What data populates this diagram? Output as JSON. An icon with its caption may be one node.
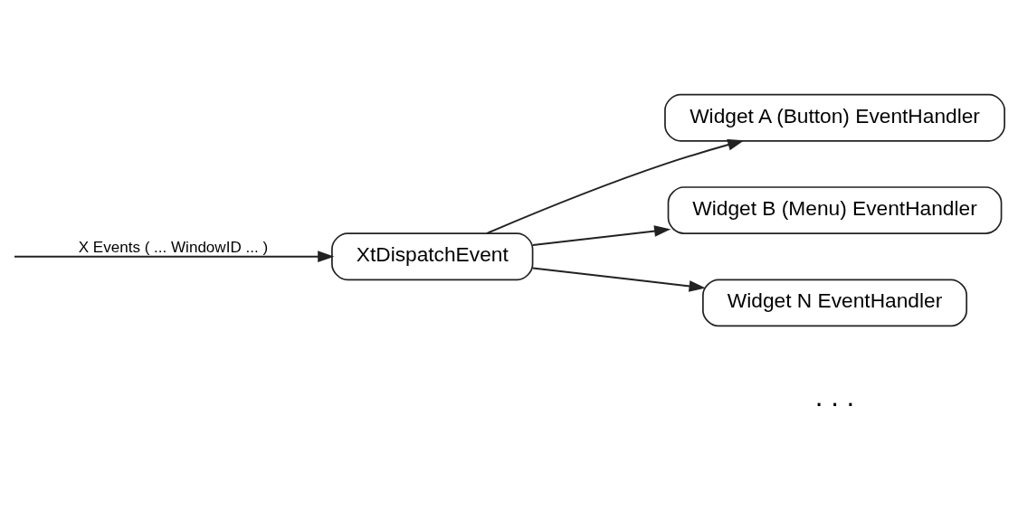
{
  "diagram": {
    "nodes": [
      {
        "text": [
          "XtDispatchEvent"
        ]
      },
      {
        "text": [
          "Widget A (Button) EventHandler"
        ]
      },
      {
        "text": [
          "Widget B (Menu) EventHandler"
        ]
      },
      {
        "text": [
          "Widget N EventHandler"
        ]
      }
    ],
    "edges": [
      {
        "from": null,
        "to": 0,
        "arrow": "to",
        "label": "X Events ( ... WindowID ... )"
      },
      {
        "from": 0,
        "to": 1,
        "arrow": "to"
      },
      {
        "from": 0,
        "to": 2,
        "arrow": "to"
      },
      {
        "from": 0,
        "to": 3,
        "arrow": "to"
      }
    ],
    "labels": [
      ". . ."
    ]
  }
}
